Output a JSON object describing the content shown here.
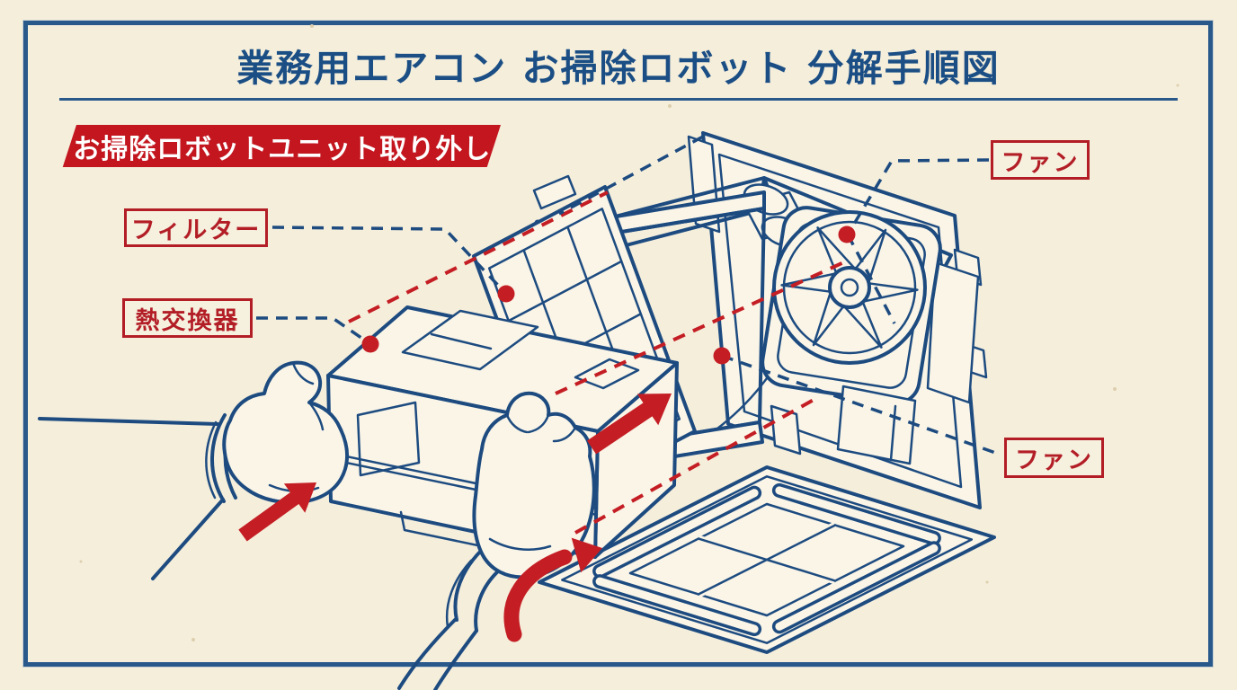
{
  "page": {
    "background": "#f5eedb"
  },
  "title": {
    "text": "業務用エアコン お掃除ロボット 分解手順図"
  },
  "step_banner": {
    "text": "お掃除ロボットユニット取り外し"
  },
  "part_labels": {
    "filter": "フィルター",
    "heat_exchanger": "熱交換器",
    "fan_top": "ファン",
    "fan_bottom": "ファン"
  },
  "colors": {
    "paper": "#f5eedb",
    "paper_fill": "#faf5e7",
    "ink_blue": "#1d4b80",
    "frame_blue": "#29588b",
    "title_blue": "#1b4e84",
    "banner_red": "#c3161f",
    "label_red": "#b31e26",
    "accent_red": "#c41e24",
    "white": "#ffffff"
  }
}
